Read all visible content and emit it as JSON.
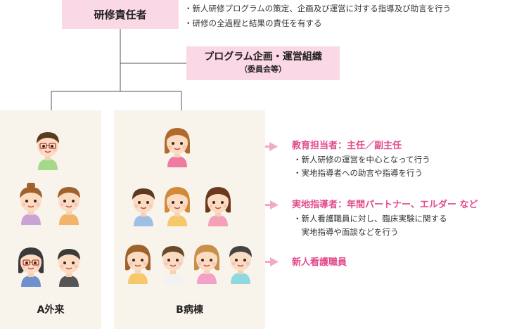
{
  "top": {
    "title": "研修責任者",
    "notes": [
      "・新人研修プログラムの策定、企画及び運営に対する指導及び助言を行う",
      "・研修の全過程と結果の責任を有する"
    ]
  },
  "program": {
    "title": "プログラム企画・運営組織",
    "subtitle": "（委員会等）"
  },
  "panels": {
    "a_label": "A外来",
    "b_label": "B病棟"
  },
  "roles": {
    "education": {
      "title": "教育担当者：主任／副主任",
      "desc": [
        "・新人研修の運営を中心となって行う",
        "・実地指導者への助言や指導を行う"
      ]
    },
    "field": {
      "title": "実地指導者：年間パートナー、エルダー など",
      "desc": [
        "・新人看護職員に対し、臨床実験に関する",
        "　実地指導や面談などを行う"
      ]
    },
    "nurse": {
      "title": "新人看護職員"
    }
  },
  "colors": {
    "box": "#fbd8e5",
    "panel": "#f8f4ec",
    "accent": "#e24b8d",
    "arrow": "#f3a9c6",
    "line": "#555555"
  }
}
